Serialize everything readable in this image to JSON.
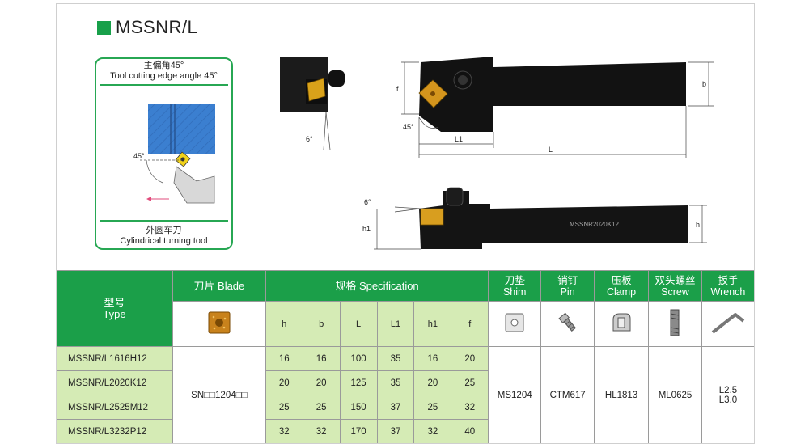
{
  "title": "MSSNR/L",
  "diagram": {
    "top_caption_cn": "主偏角45°",
    "top_caption_en": "Tool cutting edge angle 45°",
    "angle_label": "45°",
    "bottom_caption_cn": "外圆车刀",
    "bottom_caption_en": "Cylindrical turning tool"
  },
  "drawing_labels": {
    "side_angle": "6°",
    "f": "f",
    "angle45": "45°",
    "L1": "L1",
    "L": "L",
    "b": "b",
    "angle6_bottom": "6°",
    "h1": "h1",
    "h": "h",
    "tool_marking": "MSSNR2020K12"
  },
  "colors": {
    "header_green": "#1b9f49",
    "cell_green": "#d5ebb5",
    "insert_gold": "#c8821c"
  },
  "table": {
    "headers": {
      "type_cn": "型号",
      "type_en": "Type",
      "blade": "刀片 Blade",
      "spec": "规格 Specification",
      "shim_cn": "刀垫",
      "shim_en": "Shim",
      "pin_cn": "销钉",
      "pin_en": "Pin",
      "clamp_cn": "压板",
      "clamp_en": "Clamp",
      "screw_cn": "双头螺丝",
      "screw_en": "Screw",
      "wrench_cn": "扳手",
      "wrench_en": "Wrench"
    },
    "spec_columns": [
      "h",
      "b",
      "L",
      "L1",
      "h1",
      "f"
    ],
    "rows": [
      {
        "type": "MSSNR/L1616H12",
        "values": [
          "16",
          "16",
          "100",
          "35",
          "16",
          "20"
        ]
      },
      {
        "type": "MSSNR/L2020K12",
        "values": [
          "20",
          "20",
          "125",
          "35",
          "20",
          "25"
        ]
      },
      {
        "type": "MSSNR/L2525M12",
        "values": [
          "25",
          "25",
          "150",
          "37",
          "25",
          "32"
        ]
      },
      {
        "type": "MSSNR/L3232P12",
        "values": [
          "32",
          "32",
          "170",
          "37",
          "32",
          "40"
        ]
      }
    ],
    "blade": "SN□□1204□□",
    "shim": "MS1204",
    "pin": "CTM617",
    "clamp": "HL1813",
    "screw": "ML0625",
    "wrench_line1": "L2.5",
    "wrench_line2": "L3.0"
  }
}
